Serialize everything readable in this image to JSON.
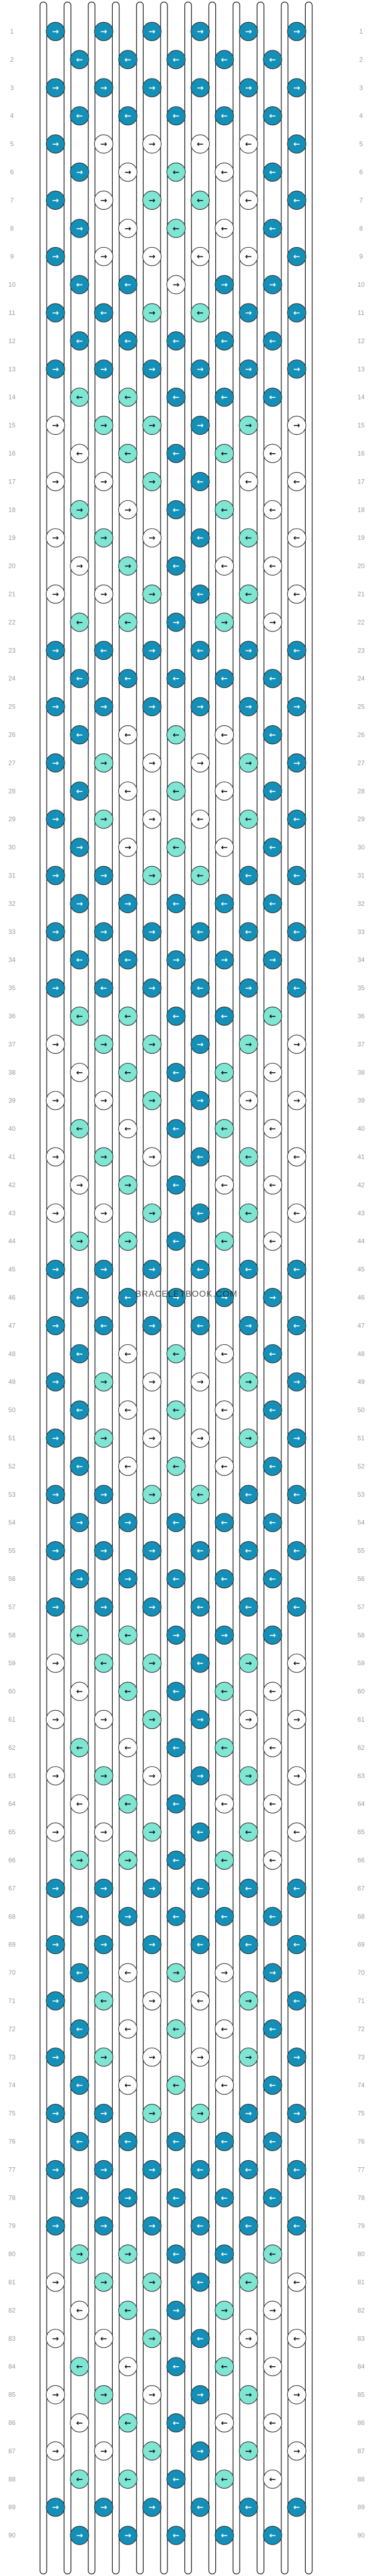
{
  "watermark": "BRACELETBOOK.COM",
  "pattern": {
    "rows": 90,
    "strings": 12,
    "knots_odd_row": 6,
    "knots_even_row": 5,
    "colors": {
      "dark_teal": "#1490b8",
      "aqua": "#7fe6d4",
      "white": "#ffffff",
      "outline": "#2a2a2a",
      "row_number": "#9a9a9a"
    },
    "string_colors_top": [
      "dark_teal",
      "dark_teal",
      "dark_teal",
      "dark_teal",
      "dark_teal",
      "dark_teal",
      "dark_teal",
      "dark_teal",
      "dark_teal",
      "dark_teal",
      "dark_teal",
      "dark_teal"
    ],
    "row_numbers": [
      1,
      2,
      3,
      4,
      5,
      6,
      7,
      8,
      9,
      10,
      11,
      12,
      13,
      14,
      15,
      16,
      17,
      18,
      19,
      20,
      21,
      22,
      23,
      24,
      25,
      26,
      27,
      28,
      29,
      30,
      31,
      32,
      33,
      34,
      35,
      36,
      37,
      38,
      39,
      40,
      41,
      42,
      43,
      44,
      45,
      46,
      47,
      48,
      49,
      50,
      51,
      52,
      53,
      54,
      55,
      56,
      57,
      58,
      59,
      60,
      61,
      62,
      63,
      64,
      65,
      66,
      67,
      68,
      69,
      70,
      71,
      72,
      73,
      74,
      75,
      76,
      77,
      78,
      79,
      80,
      81,
      82,
      83,
      84,
      85,
      86,
      87,
      88,
      89,
      90
    ],
    "knot_rows": [
      [
        "B",
        "B",
        "B",
        "B",
        "B",
        "B"
      ],
      [
        "B",
        "B",
        "B",
        "B",
        "B"
      ],
      [
        "B",
        "B",
        "B",
        "B",
        "B",
        "B"
      ],
      [
        "B",
        "B",
        "B",
        "B",
        "B"
      ],
      [
        "B",
        "W",
        "W",
        "W",
        "W",
        "B"
      ],
      [
        "B",
        "W",
        "A",
        "W",
        "B"
      ],
      [
        "B",
        "W",
        "A",
        "A",
        "W",
        "B"
      ],
      [
        "B",
        "W",
        "A",
        "W",
        "B"
      ],
      [
        "B",
        "W",
        "W",
        "W",
        "W",
        "B"
      ],
      [
        "B",
        "B",
        "W",
        "B",
        "B"
      ],
      [
        "B",
        "B",
        "A",
        "A",
        "B",
        "B"
      ],
      [
        "B",
        "B",
        "B",
        "B",
        "B"
      ],
      [
        "B",
        "B",
        "B",
        "B",
        "B",
        "B"
      ],
      [
        "A",
        "A",
        "B",
        "B",
        "B"
      ],
      [
        "W",
        "A",
        "A",
        "B",
        "A",
        "W"
      ],
      [
        "W",
        "A",
        "B",
        "A",
        "W"
      ],
      [
        "W",
        "W",
        "A",
        "B",
        "W",
        "W"
      ],
      [
        "A",
        "W",
        "B",
        "A",
        "W"
      ],
      [
        "W",
        "A",
        "W",
        "B",
        "A",
        "W"
      ],
      [
        "W",
        "A",
        "B",
        "W",
        "W"
      ],
      [
        "W",
        "W",
        "A",
        "B",
        "A",
        "W"
      ],
      [
        "A",
        "A",
        "B",
        "A",
        "W"
      ],
      [
        "B",
        "B",
        "B",
        "B",
        "B",
        "B"
      ],
      [
        "B",
        "B",
        "B",
        "B",
        "B"
      ],
      [
        "B",
        "B",
        "B",
        "B",
        "B",
        "B"
      ],
      [
        "B",
        "W",
        "A",
        "W",
        "B"
      ],
      [
        "B",
        "A",
        "W",
        "W",
        "A",
        "B"
      ],
      [
        "B",
        "W",
        "A",
        "W",
        "B"
      ],
      [
        "B",
        "A",
        "W",
        "W",
        "A",
        "B"
      ],
      [
        "B",
        "W",
        "A",
        "W",
        "B"
      ],
      [
        "B",
        "B",
        "A",
        "A",
        "B",
        "B"
      ],
      [
        "B",
        "B",
        "B",
        "B",
        "B"
      ],
      [
        "B",
        "B",
        "B",
        "B",
        "B",
        "B"
      ],
      [
        "B",
        "B",
        "B",
        "B",
        "B"
      ],
      [
        "B",
        "B",
        "B",
        "B",
        "B",
        "B"
      ],
      [
        "A",
        "A",
        "B",
        "B",
        "A"
      ],
      [
        "W",
        "A",
        "A",
        "B",
        "A",
        "W"
      ],
      [
        "W",
        "A",
        "B",
        "A",
        "W"
      ],
      [
        "W",
        "W",
        "A",
        "B",
        "W",
        "W"
      ],
      [
        "A",
        "W",
        "B",
        "A",
        "W"
      ],
      [
        "W",
        "A",
        "W",
        "B",
        "A",
        "W"
      ],
      [
        "W",
        "A",
        "B",
        "W",
        "W"
      ],
      [
        "W",
        "W",
        "A",
        "B",
        "A",
        "W"
      ],
      [
        "A",
        "A",
        "B",
        "A",
        "W"
      ],
      [
        "B",
        "B",
        "B",
        "B",
        "B",
        "B"
      ],
      [
        "B",
        "B",
        "B",
        "B",
        "B"
      ],
      [
        "B",
        "B",
        "B",
        "B",
        "B",
        "B"
      ],
      [
        "B",
        "W",
        "A",
        "W",
        "B"
      ],
      [
        "B",
        "A",
        "W",
        "W",
        "A",
        "B"
      ],
      [
        "B",
        "W",
        "A",
        "W",
        "B"
      ],
      [
        "B",
        "A",
        "W",
        "W",
        "A",
        "B"
      ],
      [
        "B",
        "W",
        "A",
        "W",
        "B"
      ],
      [
        "B",
        "B",
        "A",
        "A",
        "B",
        "B"
      ],
      [
        "B",
        "B",
        "B",
        "B",
        "B"
      ],
      [
        "B",
        "B",
        "B",
        "B",
        "B",
        "B"
      ],
      [
        "B",
        "B",
        "B",
        "B",
        "B"
      ],
      [
        "B",
        "B",
        "B",
        "B",
        "B",
        "B"
      ],
      [
        "A",
        "A",
        "B",
        "B",
        "B"
      ],
      [
        "W",
        "A",
        "A",
        "B",
        "A",
        "W"
      ],
      [
        "W",
        "A",
        "B",
        "A",
        "W"
      ],
      [
        "W",
        "W",
        "A",
        "B",
        "W",
        "W"
      ],
      [
        "A",
        "W",
        "B",
        "A",
        "W"
      ],
      [
        "W",
        "A",
        "W",
        "B",
        "A",
        "W"
      ],
      [
        "W",
        "A",
        "B",
        "W",
        "W"
      ],
      [
        "W",
        "W",
        "A",
        "B",
        "A",
        "W"
      ],
      [
        "A",
        "A",
        "B",
        "A",
        "W"
      ],
      [
        "B",
        "B",
        "B",
        "B",
        "B",
        "B"
      ],
      [
        "B",
        "B",
        "B",
        "B",
        "B"
      ],
      [
        "B",
        "B",
        "B",
        "B",
        "B",
        "B"
      ],
      [
        "B",
        "W",
        "A",
        "W",
        "B"
      ],
      [
        "B",
        "A",
        "W",
        "W",
        "A",
        "B"
      ],
      [
        "B",
        "W",
        "A",
        "W",
        "B"
      ],
      [
        "B",
        "A",
        "W",
        "W",
        "A",
        "B"
      ],
      [
        "B",
        "W",
        "A",
        "W",
        "B"
      ],
      [
        "B",
        "B",
        "A",
        "A",
        "B",
        "B"
      ],
      [
        "B",
        "B",
        "B",
        "B",
        "B"
      ],
      [
        "B",
        "B",
        "B",
        "B",
        "B",
        "B"
      ],
      [
        "B",
        "B",
        "B",
        "B",
        "B"
      ],
      [
        "B",
        "B",
        "B",
        "B",
        "B",
        "B"
      ],
      [
        "A",
        "A",
        "B",
        "B",
        "A"
      ],
      [
        "W",
        "A",
        "A",
        "B",
        "A",
        "W"
      ],
      [
        "W",
        "A",
        "B",
        "A",
        "W"
      ],
      [
        "W",
        "W",
        "A",
        "B",
        "W",
        "W"
      ],
      [
        "A",
        "W",
        "B",
        "A",
        "W"
      ],
      [
        "W",
        "A",
        "W",
        "B",
        "A",
        "W"
      ],
      [
        "W",
        "A",
        "B",
        "W",
        "W"
      ],
      [
        "W",
        "W",
        "A",
        "B",
        "A",
        "W"
      ],
      [
        "A",
        "A",
        "B",
        "A",
        "W"
      ],
      [
        "B",
        "B",
        "B",
        "B",
        "B",
        "B"
      ],
      [
        "B",
        "B",
        "B",
        "B",
        "B"
      ]
    ],
    "knot_types": [
      [
        "f",
        "f",
        "f",
        "f",
        "f",
        "f"
      ],
      [
        "b",
        "b",
        "b",
        "b",
        "b"
      ],
      [
        "f",
        "f",
        "f",
        "f",
        "f",
        "f"
      ],
      [
        "b",
        "b",
        "b",
        "b",
        "b"
      ],
      [
        "f",
        "f",
        "f",
        "b",
        "b",
        "b"
      ],
      [
        "f",
        "f",
        "b",
        "b",
        "b"
      ],
      [
        "f",
        "f",
        "f",
        "b",
        "b",
        "b"
      ],
      [
        "f",
        "f",
        "b",
        "b",
        "b"
      ],
      [
        "f",
        "f",
        "f",
        "b",
        "b",
        "b"
      ],
      [
        "b",
        "b",
        "f",
        "f",
        "f"
      ],
      [
        "f",
        "b",
        "f",
        "b",
        "f",
        "b"
      ],
      [
        "b",
        "b",
        "b",
        "b",
        "b"
      ]
    ]
  }
}
